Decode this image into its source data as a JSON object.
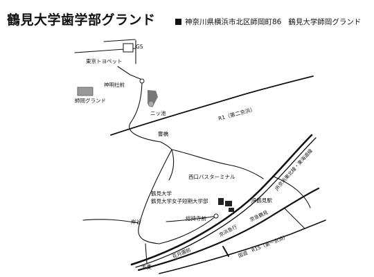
{
  "header": {
    "title": "鶴見大学歯学部グランド",
    "address": "神奈川県横浜市北区師岡町86",
    "facility": "鶴見大学師岡グランド"
  },
  "labels": {
    "gs": "GS",
    "toyopet": "東京トヨペット",
    "jinja": "神明社前",
    "ground": "師岡グランド",
    "pond": "ニッ池",
    "r1": "R1（第二京浜）",
    "hibashi": "響橋",
    "bus": "西口バスターミナル",
    "univ1": "鶴見大学",
    "univ2": "鶴見大学女子短期大学部",
    "jr_station": "JR鶴見駅",
    "sojiji": "総持寺前",
    "kishiya": "岸谷",
    "namamugi": "生麦",
    "hanatsuki": "花月園前",
    "keikyu_station": "京急鶴見",
    "keikyu_line": "京浜急行",
    "jr_line": "JR京浜東北線・東海道線",
    "r15": "国道　R15（第一京浜）"
  }
}
